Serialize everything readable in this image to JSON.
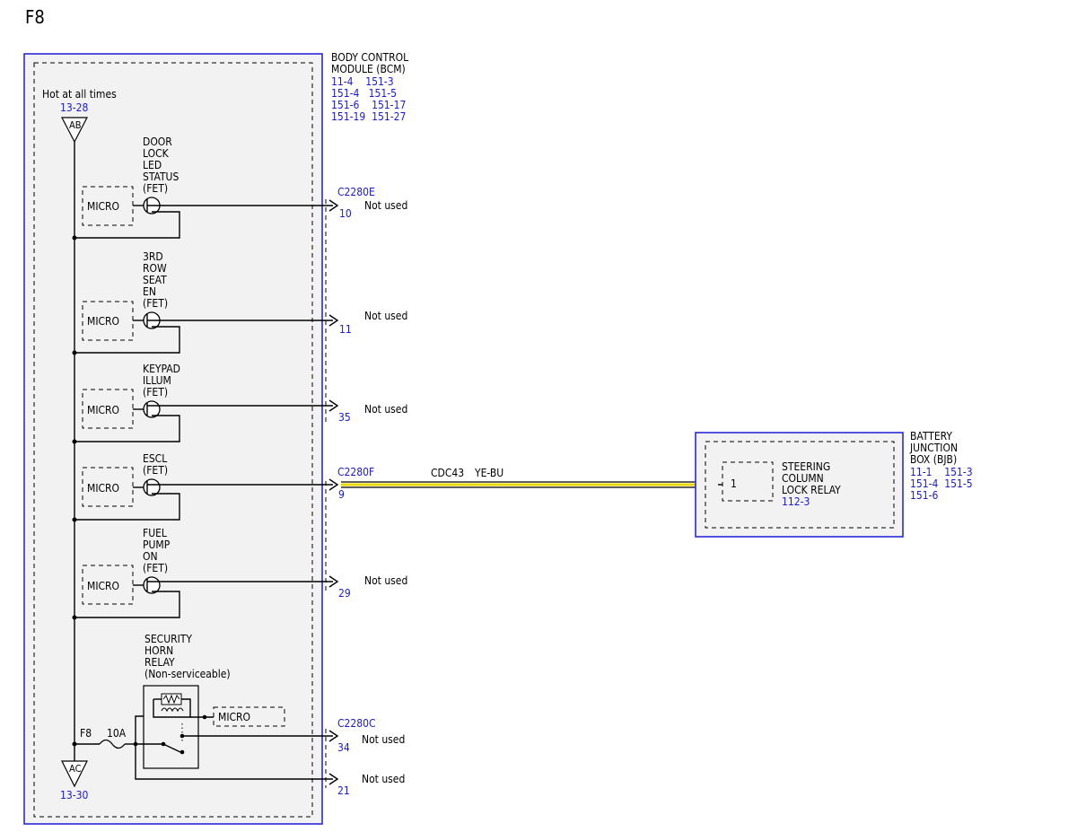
{
  "page_title": "F8",
  "bcm": {
    "title_lines": [
      "BODY CONTROL",
      "MODULE (BCM)"
    ],
    "refs": [
      "11-4    151-3",
      "151-4   151-5",
      "151-6    151-17",
      "151-19  151-27"
    ]
  },
  "power": {
    "hot_label": "Hot at all times",
    "top_ref": "13-28",
    "top_terminal": "AB",
    "bottom_terminal": "AC",
    "bottom_ref": "13-30"
  },
  "outputs": [
    {
      "label_lines": [
        "DOOR",
        "LOCK",
        "LED",
        "STATUS",
        "(FET)"
      ],
      "micro": "MICRO",
      "connector": "C2280E",
      "pin": "10",
      "note": "Not used"
    },
    {
      "label_lines": [
        "3RD",
        "ROW",
        "SEAT",
        "EN",
        "(FET)"
      ],
      "micro": "MICRO",
      "connector": "",
      "pin": "11",
      "note": "Not used"
    },
    {
      "label_lines": [
        "KEYPAD",
        "ILLUM",
        "(FET)"
      ],
      "micro": "MICRO",
      "connector": "",
      "pin": "35",
      "note": "Not used"
    },
    {
      "label_lines": [
        "ESCL",
        "(FET)"
      ],
      "micro": "MICRO",
      "connector": "C2280F",
      "pin": "9",
      "note": ""
    },
    {
      "label_lines": [
        "FUEL",
        "PUMP",
        "ON",
        "(FET)"
      ],
      "micro": "MICRO",
      "connector": "",
      "pin": "29",
      "note": "Not used"
    }
  ],
  "relay": {
    "label_lines": [
      "SECURITY",
      "HORN",
      "RELAY",
      "(Non-serviceable)"
    ],
    "micro": "MICRO",
    "fuse_name": "F8",
    "fuse_rating": "10A",
    "connector": "C2280C",
    "pin_a": "34",
    "note_a": "Not used",
    "pin_b": "21",
    "note_b": "Not used"
  },
  "circuit": {
    "code": "CDC43",
    "color": "YE-BU"
  },
  "bjb": {
    "title_lines": [
      "BATTERY",
      "JUNCTION",
      "BOX (BJB)"
    ],
    "refs": [
      "11-1    151-3",
      "151-4  151-5",
      "151-6"
    ],
    "component_lines": [
      "STEERING",
      "COLUMN",
      "LOCK RELAY"
    ],
    "component_ref": "112-3",
    "pin": "1"
  },
  "colors": {
    "module_border": "#2a2ad8",
    "ref_text": "#1a1adb",
    "wire_yellow": "#e8d800",
    "module_fill": "#f2f2f2"
  }
}
